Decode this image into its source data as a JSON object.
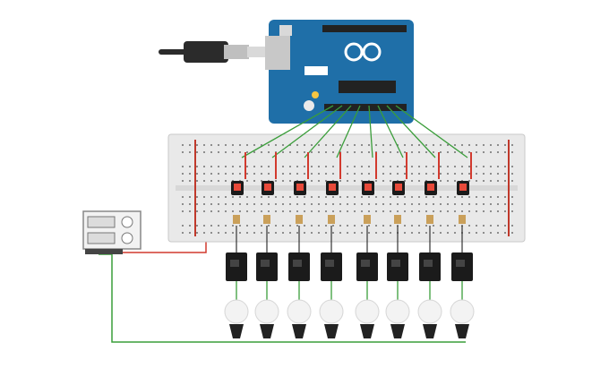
{
  "diagram": {
    "components": {
      "microcontroller": "arduino-uno-board",
      "cable": "usb-cable",
      "breadboard": "full-size-breadboard",
      "power_supply": "power-supply-module",
      "channel_count": 8
    },
    "colors": {
      "background": "#ffffff",
      "board": "#1f6fa8",
      "board_dark": "#0f4f84",
      "breadboard": "#e9e9e9",
      "breadboard_hole": "#8d8d8d",
      "rail_red": "#c0392b",
      "wire_green": "#3a9d3a",
      "wire_red": "#d23a2e",
      "wire_dark": "#333333",
      "relay": "#1b1b1b",
      "lamp_glass": "#f3f3f3",
      "lamp_base": "#222222",
      "usb_plug": "#2b2b2b",
      "usb_metal": "#bfbfbf"
    }
  }
}
